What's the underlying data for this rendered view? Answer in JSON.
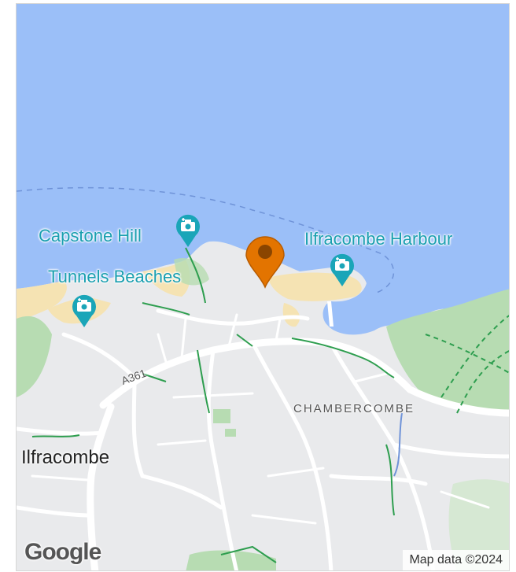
{
  "map": {
    "labels": {
      "capstone_hill": "Capstone Hill",
      "ilfracombe_harbour": "Ilfracombe Harbour",
      "tunnels_beaches": "Tunnels Beaches",
      "chambercombe": "CHAMBERCOMBE",
      "ilfracombe": "Ilfracombe",
      "road_a361": "A361"
    },
    "icons": {
      "poi": "camera-attraction-icon",
      "marker": "location-pin-icon"
    },
    "colors": {
      "water": "#9bbff8",
      "land": "#e9eaec",
      "sand": "#f5e3b3",
      "park": "#b7dcb2",
      "poi": "#1aa5b8",
      "marker": "#e37400",
      "road": "#ffffff",
      "path": "#2e9e4f"
    }
  },
  "branding": {
    "logo": "Google",
    "attribution": "Map data ©2024"
  }
}
